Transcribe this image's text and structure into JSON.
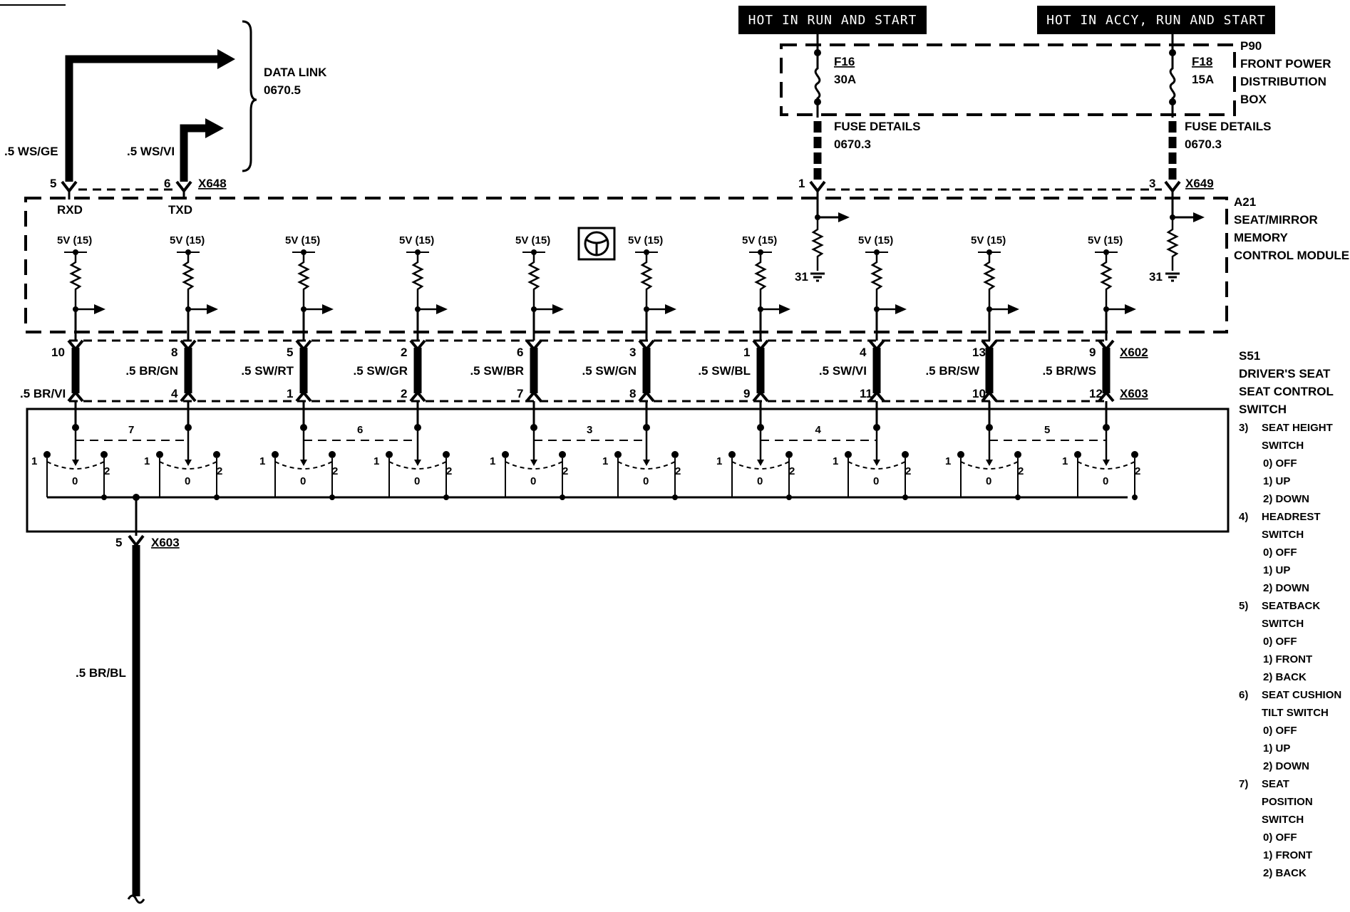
{
  "banners": {
    "left": "HOT IN RUN AND START",
    "right": "HOT IN ACCY, RUN AND START"
  },
  "power_box": {
    "id": "P90",
    "desc": [
      "FRONT POWER",
      "DISTRIBUTION",
      "BOX"
    ],
    "fuse_left": {
      "name": "F16",
      "rating": "30A"
    },
    "fuse_right": {
      "name": "F18",
      "rating": "15A"
    },
    "fuse_details": "FUSE DETAILS",
    "fuse_ref": "0670.3"
  },
  "data_link": {
    "title": "DATA LINK",
    "ref": "0670.5",
    "wire_left": ".5 WS/GE",
    "wire_right": ".5 WS/VI",
    "pin_left": "5",
    "pin_right": "6",
    "connector": "X648",
    "rxd": "RXD",
    "txd": "TXD"
  },
  "module": {
    "id": "A21",
    "desc": [
      "SEAT/MIRROR",
      "MEMORY",
      "CONTROL MODULE"
    ],
    "power_pins": [
      "1",
      "3"
    ],
    "power_connector": "X649",
    "ground_label": "31",
    "supply_label": "5V (15)"
  },
  "connectors": {
    "upper": "X602",
    "lower": "X603"
  },
  "wires": [
    {
      "upper_pin": "10",
      "wire": "",
      "lower_pin": ""
    },
    {
      "upper_pin": "8",
      "wire": ".5 BR/GN",
      "lower_pin": "4"
    },
    {
      "upper_pin": "5",
      "wire": ".5 SW/RT",
      "lower_pin": "1"
    },
    {
      "upper_pin": "2",
      "wire": ".5 SW/GR",
      "lower_pin": "2"
    },
    {
      "upper_pin": "6",
      "wire": ".5 SW/BR",
      "lower_pin": "7"
    },
    {
      "upper_pin": "3",
      "wire": ".5 SW/GN",
      "lower_pin": "8"
    },
    {
      "upper_pin": "1",
      "wire": ".5 SW/BL",
      "lower_pin": "9"
    },
    {
      "upper_pin": "4",
      "wire": ".5 SW/VI",
      "lower_pin": "11"
    },
    {
      "upper_pin": "13",
      "wire": ".5 BR/SW",
      "lower_pin": "10"
    },
    {
      "upper_pin": "9",
      "wire": ".5 BR/WS",
      "lower_pin": "12"
    }
  ],
  "first_wire_left": ".5 BR/VI",
  "switch_groups": [
    "7",
    "6",
    "3",
    "4",
    "5"
  ],
  "switch_positions": {
    "p0": "0",
    "p1": "1",
    "p2": "2"
  },
  "ground_wire": {
    "pin": "5",
    "connector": "X603",
    "wire": ".5 BR/BL"
  },
  "switch_assembly": {
    "id": "S51",
    "desc": [
      "DRIVER'S SEAT",
      "SEAT CONTROL",
      "SWITCH"
    ]
  },
  "legend": [
    {
      "num": "3)",
      "name": [
        "SEAT HEIGHT",
        "SWITCH"
      ],
      "pos": [
        "0) OFF",
        "1) UP",
        "2) DOWN"
      ]
    },
    {
      "num": "4)",
      "name": [
        "HEADREST",
        "SWITCH"
      ],
      "pos": [
        "0) OFF",
        "1) UP",
        "2) DOWN"
      ]
    },
    {
      "num": "5)",
      "name": [
        "SEATBACK",
        "SWITCH"
      ],
      "pos": [
        "0) OFF",
        "1) FRONT",
        "2) BACK"
      ]
    },
    {
      "num": "6)",
      "name": [
        "SEAT CUSHION",
        "TILT SWITCH"
      ],
      "pos": [
        "0) OFF",
        "1) UP",
        "2) DOWN"
      ]
    },
    {
      "num": "7)",
      "name": [
        "SEAT",
        "POSITION",
        "SWITCH"
      ],
      "pos": [
        "0) OFF",
        "1) FRONT",
        "2) BACK"
      ]
    }
  ]
}
